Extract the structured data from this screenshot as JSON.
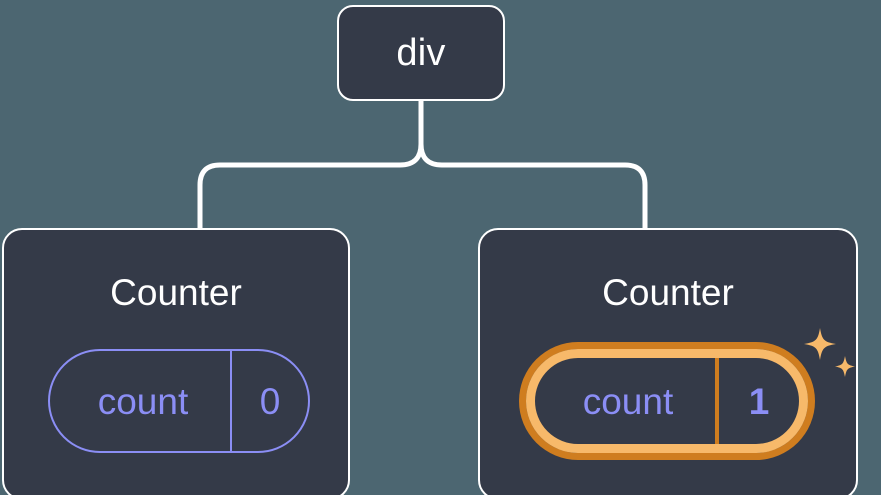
{
  "diagram": {
    "type": "component-tree",
    "background_color": "#4c6671",
    "node_fill_color": "#343a48",
    "node_border_color": "#ffffff",
    "connector_color": "#ffffff",
    "state_color": "#8b8ef5",
    "highlight_inner_color": "#f7b96a",
    "highlight_outer_color": "#cf7d1f",
    "sparkle_color": "#f7b96a",
    "root": {
      "label": "div"
    },
    "children": [
      {
        "title": "Counter",
        "state": {
          "key": "count",
          "value": "0"
        },
        "highlighted": false,
        "sparkles": false
      },
      {
        "title": "Counter",
        "state": {
          "key": "count",
          "value": "1"
        },
        "highlighted": true,
        "sparkles": true
      }
    ]
  }
}
